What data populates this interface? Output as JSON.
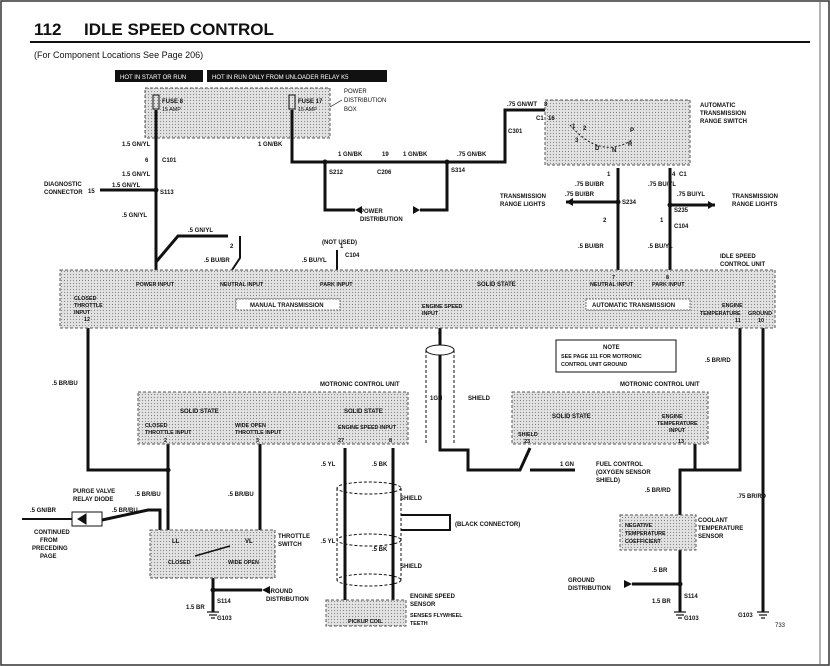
{
  "header": {
    "page_number": "112",
    "title": "IDLE SPEED CONTROL",
    "subtitle": "(For Component Locations See Page 206)"
  },
  "banners": {
    "hot_start_run": "HOT IN START OR RUN",
    "hot_run_relay": "HOT IN RUN ONLY FROM UNLOADER RELAY K5"
  },
  "fuses": {
    "fuse8_name": "FUSE 8",
    "fuse8_amp": "15 AMP",
    "fuse17_name": "FUSE 17",
    "fuse17_amp": "15 AMP"
  },
  "power_box": {
    "line1": "POWER",
    "line2": "DISTRIBUTION",
    "line3": "BOX"
  },
  "wires": {
    "w_15gnyl_a": "1.5 GN/YL",
    "w_15gnyl_b": "1.5 GN/YL",
    "w_1gnbk_a": "1 GN/BK",
    "w_1gnbk_b": "1 GN/BK",
    "w_1gnbk_c": "1 GN/BK",
    "w_75gnbk": ".75 GN/BK",
    "w_75gnwt": ".75 GN/WT",
    "w_5gnyl_a": ".5 GN/YL",
    "w_5gnyl_b": ".5 GN/YL",
    "w_5bubr_a": ".5 BU/BR",
    "w_5buyl_a": ".5 BU/YL",
    "w_75bubr_a": ".75 BU/BR",
    "w_75bubr_b": ".75 BU/BR",
    "w_75buyl_a": ".75 BU/YL",
    "w_75buyl_b": ".75 BU/YL",
    "w_5bubr_b": ".5 BU/BR",
    "w_5buyl_b": ".5 BU/YL",
    "w_5brbu_a": ".5 BR/BU",
    "w_5brbu_b": ".5 BR/BU",
    "w_5brbu_c": ".5 BR/BU",
    "w_5brbu_d": ".5 BR/BU",
    "w_5gnbr": ".5 GN/BR",
    "w_5yl_a": ".5 YL",
    "w_5bk_a": ".5 BK",
    "w_5yl_b": ".5 YL",
    "w_5bk_b": ".5 BK",
    "w_1gn_a": "1GN",
    "w_1gn_b": "1 GN",
    "w_5brrd_a": ".5 BR/RD",
    "w_5brrd_b": ".5 BR/RD",
    "w_75brrd": ".75 BR/RD",
    "w_5br": ".5 BR",
    "w_15br_a": "1.5 BR",
    "w_15br_b": "1.5 BR"
  },
  "connectors": {
    "c101": "C101",
    "s113": "S113",
    "s212": "S212",
    "c206": "C206",
    "s314": "S314",
    "c301": "C301",
    "c1": "C1",
    "s234": "S234",
    "s235": "S235",
    "c104_a": "C104",
    "c104_b": "C104",
    "s114_a": "S114",
    "g103_a": "G103",
    "s114_b": "S114",
    "g103_b": "G103",
    "g103_c": "G103"
  },
  "pins": {
    "p6": "6",
    "p15": "15",
    "p19": "19",
    "p3": "3",
    "p16": "16",
    "p1a": "1",
    "p9": "9",
    "p4": "4",
    "p2a": "2",
    "p1b": "1",
    "p2b": "2",
    "p1c": "1",
    "p12": "12",
    "p7": "7",
    "p8": "8",
    "p11": "11",
    "p10": "10",
    "p2c": "2",
    "p3b": "3",
    "p27": "27",
    "p8b": "8",
    "p23": "23",
    "p13": "13"
  },
  "labels": {
    "diag1": "DIAGNOSTIC",
    "diag2": "CONNECTOR",
    "power_dist1": "POWER",
    "power_dist2": "DISTRIBUTION",
    "not_used": "(NOT USED)",
    "trans_lights_left1": "TRANSMISSION",
    "trans_lights_left2": "RANGE LIGHTS",
    "trans_lights_right1": "TRANSMISSION",
    "trans_lights_right2": "RANGE LIGHTS",
    "atrs1": "AUTOMATIC",
    "atrs2": "TRANSMISSION",
    "atrs3": "RANGE SWITCH",
    "range_p": "P",
    "range_r": "R",
    "range_n": "N",
    "range_d": "D",
    "range_3": "3",
    "range_2": "2",
    "range_1": "1",
    "iscu1": "IDLE SPEED",
    "iscu2": "CONTROL UNIT",
    "iscu_solid_state": "SOLID STATE",
    "power_input": "POWER INPUT",
    "neutral_input_a": "NEUTRAL INPUT",
    "park_input_a": "PARK INPUT",
    "neutral_input_b": "NEUTRAL INPUT",
    "park_input_b": "PARK INPUT",
    "manual_trans": "MANUAL TRANSMISSION",
    "auto_trans": "AUTOMATIC TRANSMISSION",
    "closed1": "CLOSED",
    "closed2": "THROTTLE",
    "closed3": "INPUT",
    "esi1": "ENGINE SPEED",
    "esi2": "INPUT",
    "et1": "ENGINE",
    "et2": "TEMPERATURE",
    "ground": "GROUND",
    "note_title": "NOTE",
    "note1": "SEE PAGE 111 FOR MOTRONIC",
    "note2": "CONTROL UNIT GROUND",
    "shield_a": "SHIELD",
    "shield_b": "SHIELD",
    "shield_c": "SHIELD",
    "black_conn": "(BLACK CONNECTOR)",
    "mcu_left": "MOTRONIC CONTROL UNIT",
    "mcu_right": "MOTRONIC CONTROL UNIT",
    "ml_ss": "SOLID STATE",
    "ml_ss2": "SOLID STATE",
    "ml_ct1": "CLOSED",
    "ml_ct2": "THROTTLE INPUT",
    "ml_wo1": "WIDE OPEN",
    "ml_wo2": "THROTTLE INPUT",
    "ml_es": "ENGINE SPEED INPUT",
    "mr_ss": "SOLID STATE",
    "mr_shield": "SHIELD",
    "mr_et1": "ENGINE",
    "mr_et2": "TEMPERATURE",
    "mr_et3": "INPUT",
    "fuel1": "FUEL CONTROL",
    "fuel2": "(OXYGEN SENSOR",
    "fuel3": "SHIELD)",
    "purge1": "PURGE VALVE",
    "purge2": "RELAY DIODE",
    "cont1": "CONTINUED",
    "cont2": "FROM",
    "cont3": "PRECEDING",
    "cont4": "PAGE",
    "ts1": "THROTTLE",
    "ts2": "SWITCH",
    "ts_ll": "LL",
    "ts_vl": "VL",
    "ts_closed": "CLOSED",
    "ts_wide": "WIDE OPEN",
    "gd1": "GROUND",
    "gd2": "DISTRIBUTION",
    "gd3": "GROUND",
    "gd4": "DISTRIBUTION",
    "ess1": "ENGINE SPEED",
    "ess2": "SENSOR",
    "ess3": "SENSES FLYWHEEL",
    "ess4": "TEETH",
    "pickup": "PICKUP COIL",
    "ntc1": "NEGATIVE",
    "ntc2": "TEMPERATURE",
    "ntc3": "COEFFICIENT",
    "cts1": "COOLANT",
    "cts2": "TEMPERATURE",
    "cts3": "SENSOR",
    "page_code": "733"
  }
}
